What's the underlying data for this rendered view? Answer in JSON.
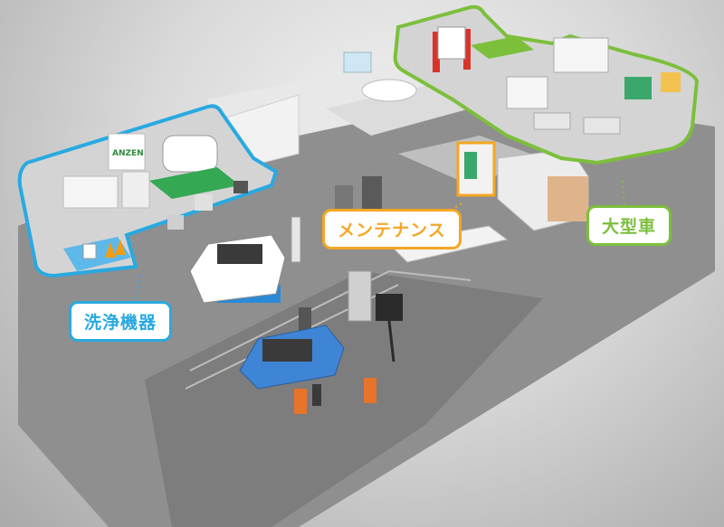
{
  "labels": {
    "washing": "洗浄機器",
    "maintenance": "メンテナンス",
    "heavy_vehicle": "大型車"
  },
  "signage": {
    "brand": "ANZEN"
  },
  "colors": {
    "washing_accent": "#29a9e1",
    "maintenance_accent": "#f5a623",
    "heavy_vehicle_accent": "#7cbf3b",
    "floor": "#8e8e8e",
    "wall": "#e6e6e6"
  }
}
